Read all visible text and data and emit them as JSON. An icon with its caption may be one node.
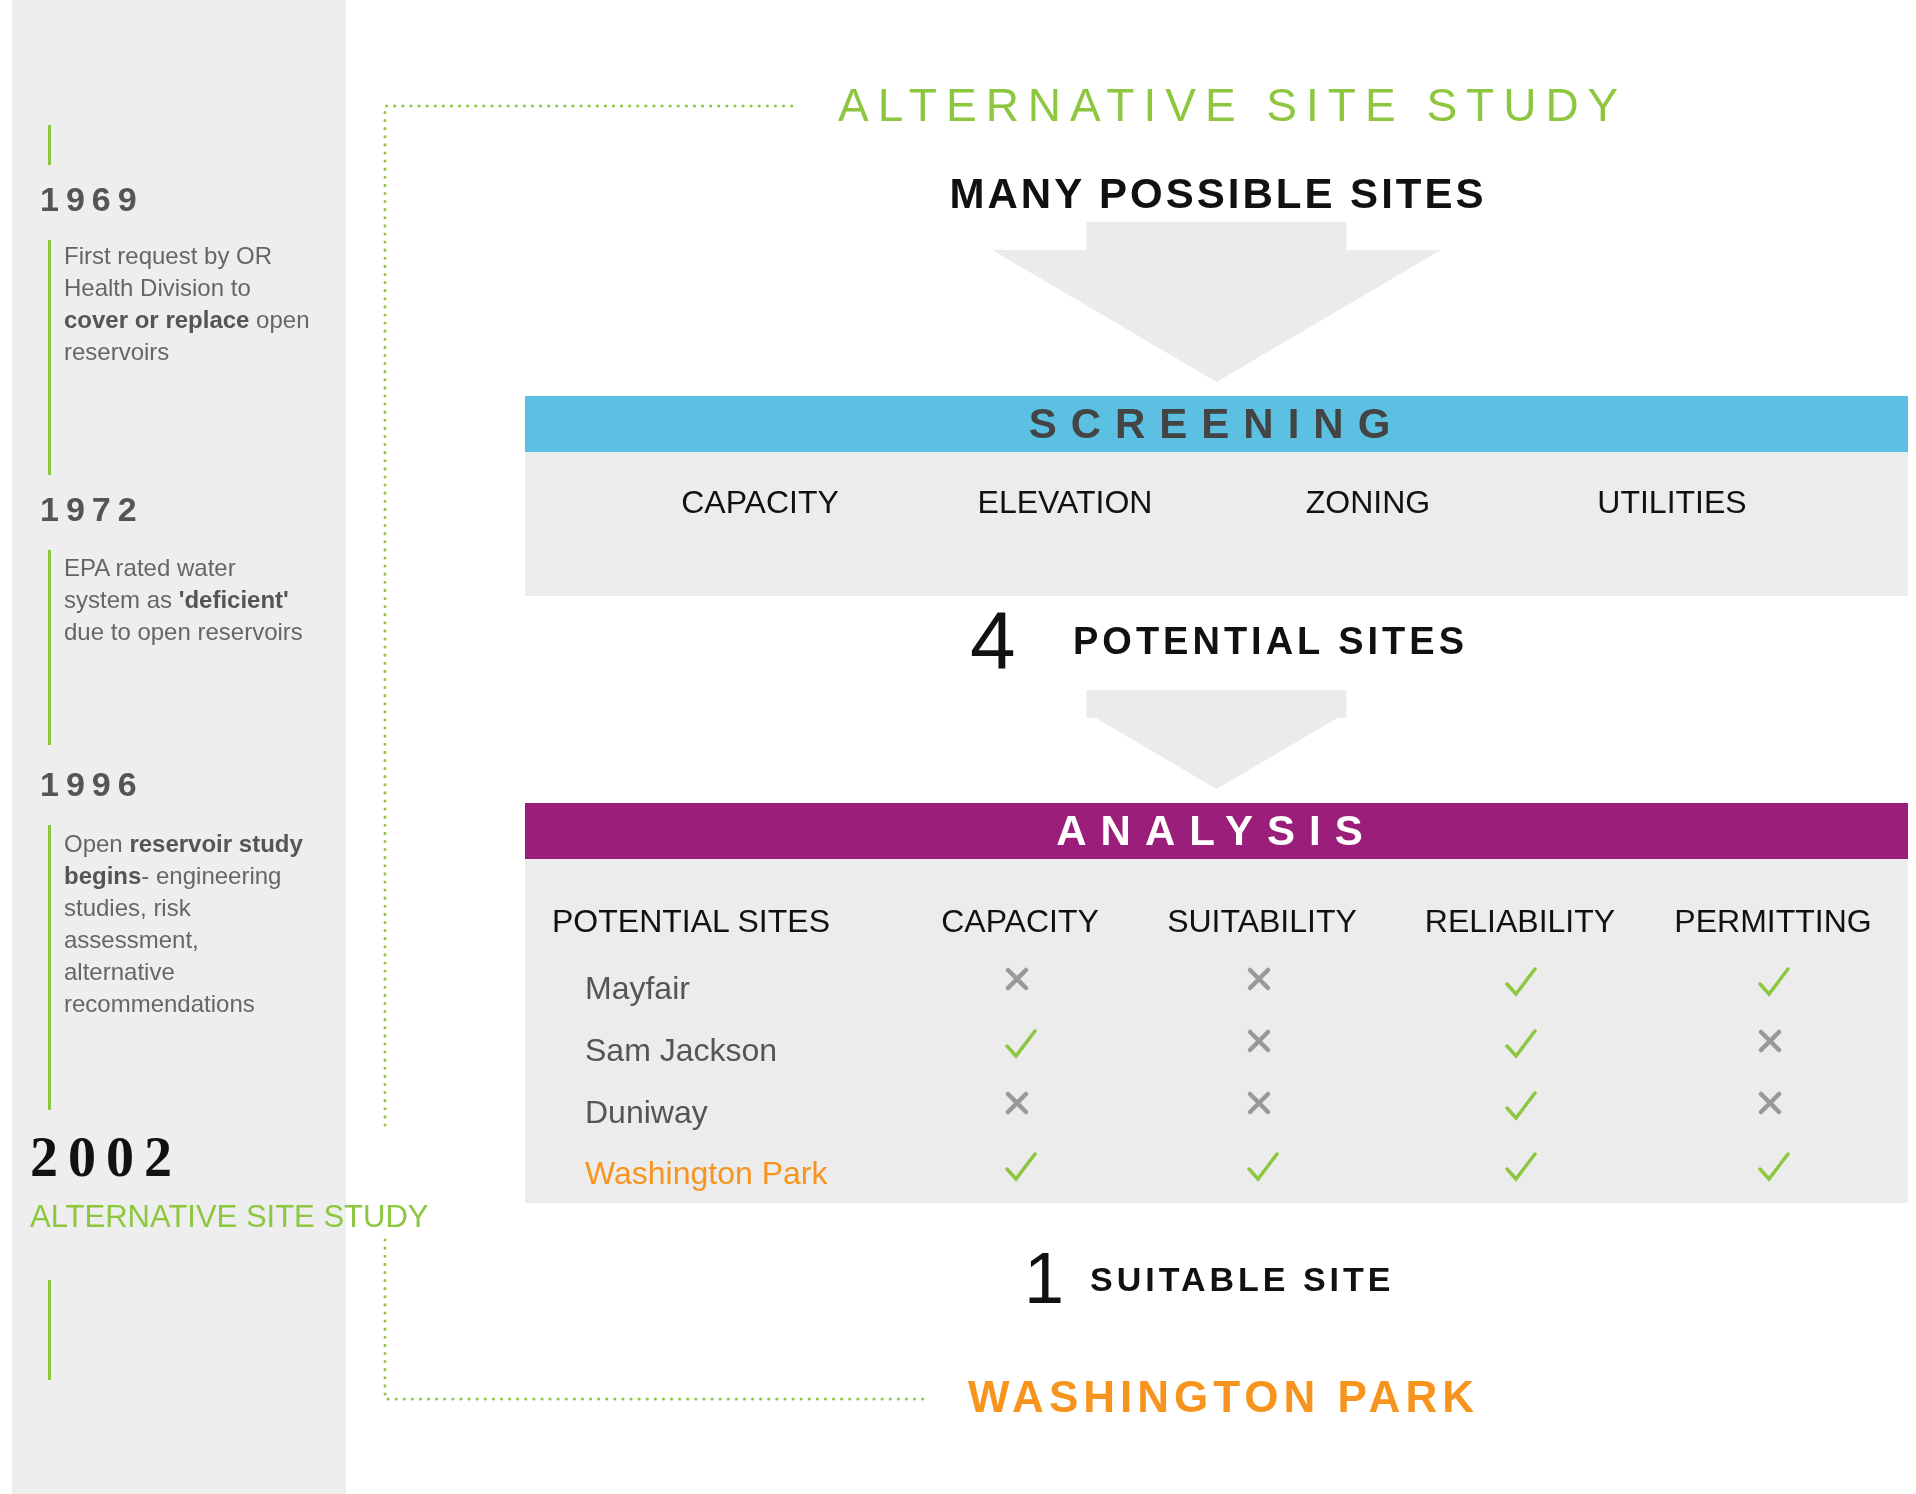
{
  "diagram": {
    "nodes": [
      {
        "text": [
          "ALTERNATIVE SITE STUDY"
        ]
      },
      {
        "text": [
          "MANY POSSIBLE SITES"
        ]
      },
      {
        "text": [
          "SCREENING",
          "CAPACITY",
          "ELEVATION",
          "ZONING",
          "UTILITIES"
        ]
      },
      {
        "text": [
          "4",
          "POTENTIAL SITES"
        ]
      },
      {
        "text": [
          "ANALYSIS",
          "POTENTIAL SITES",
          "CAPACITY",
          "SUITABILITY",
          "RELIABILITY",
          "PERMITTING",
          "Mayfair",
          "Sam Jackson",
          "Duniway",
          "Washington Park"
        ]
      },
      {
        "text": [
          "2002",
          "ALTERNATIVE SITE STUDY"
        ]
      },
      {
        "text": [
          "1",
          "SUITABLE SITE"
        ]
      },
      {
        "text": [
          "WASHINGTON PARK"
        ]
      }
    ],
    "edges": [
      {
        "from": 5,
        "to": 0,
        "arrow": "none",
        "style": "dashed",
        "color": "#8dc63f"
      },
      {
        "from": 5,
        "to": 7,
        "arrow": "none",
        "style": "dashed",
        "color": "#8dc63f"
      },
      {
        "from": 1,
        "to": 2,
        "arrow": "to"
      },
      {
        "from": 3,
        "to": 4,
        "arrow": "to"
      }
    ],
    "labels": [
      "1969",
      "First request by OR Health Division to **cover or replace** open reservoirs",
      "1972",
      "EPA rated water system as **'deficient'** due to open reservoirs",
      "1996",
      "Open **reservoir study begins**- engineering studies, risk assessment, alternative recommendations"
    ]
  }
}
